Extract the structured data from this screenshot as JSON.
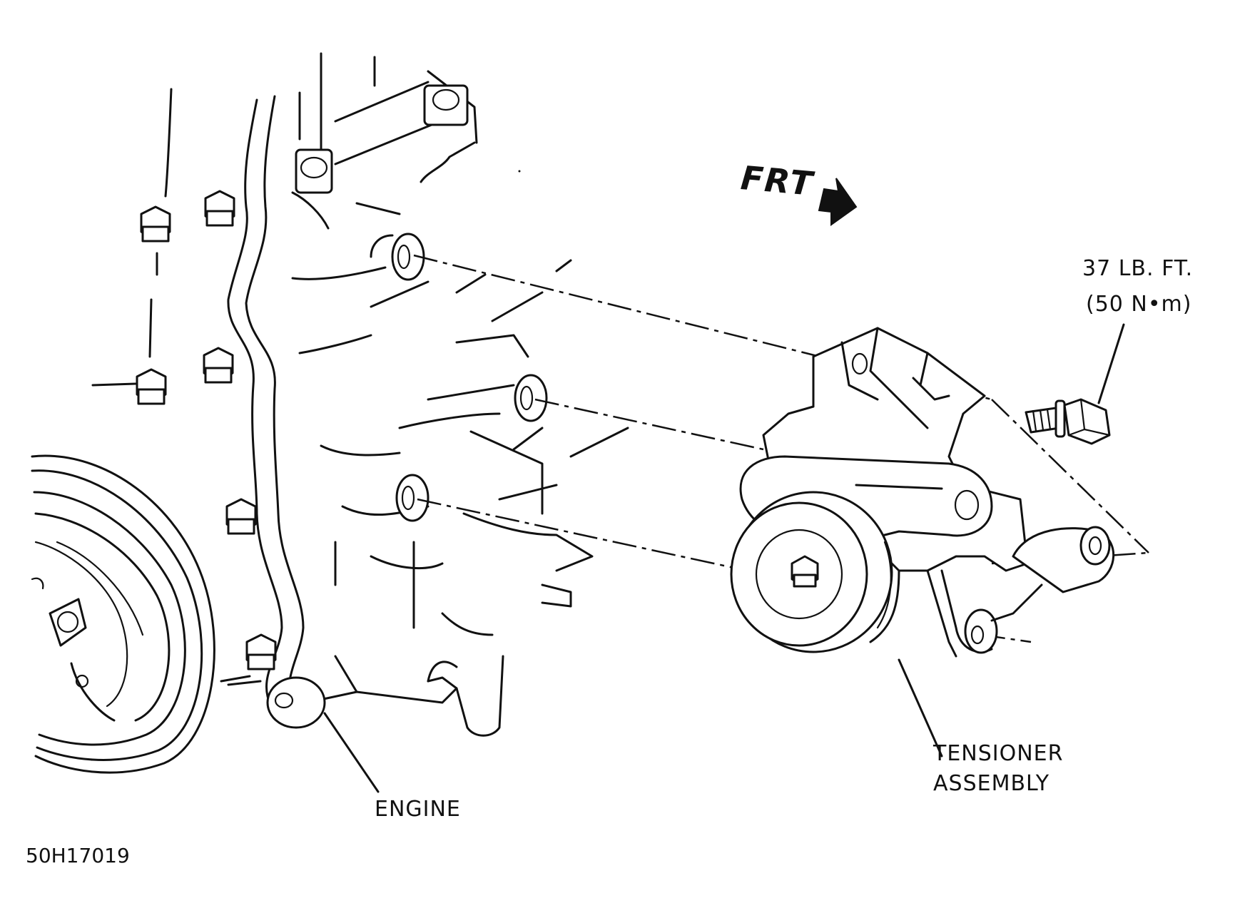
{
  "labels": {
    "front": "FRT",
    "torque_imperial": "37 LB. FT.",
    "torque_metric": "(50 N•m)",
    "tensioner_line1": "TENSIONER",
    "tensioner_line2": "ASSEMBLY",
    "engine": "ENGINE",
    "figure_code": "50H17019"
  },
  "colors": {
    "ink": "#111111",
    "paper": "#ffffff"
  }
}
